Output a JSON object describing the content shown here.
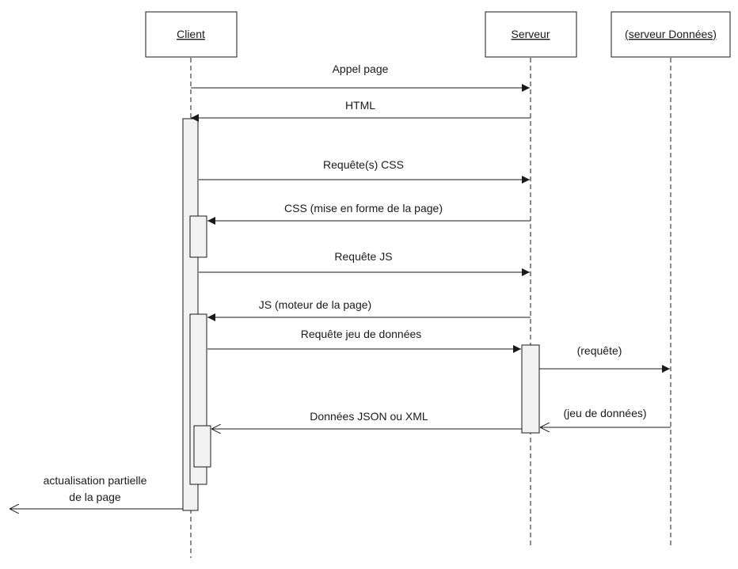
{
  "participants": {
    "client": "Client",
    "serveur": "Serveur",
    "donnees": "(serveur Données)"
  },
  "messages": {
    "m1": "Appel page",
    "m2": "HTML",
    "m3": "Requête(s) CSS",
    "m4": "CSS (mise en forme de la page)",
    "m5": "Requête JS",
    "m6": "JS (moteur de la page)",
    "m7": "Requête jeu de données",
    "m8": "(requête)",
    "m9": "(jeu de données)",
    "m10": "Données JSON ou XML",
    "m11_line1": "actualisation partielle",
    "m11_line2": "de la page"
  },
  "colors": {
    "line": "#1a1a1a",
    "activation_fill": "#f2f2f2"
  }
}
